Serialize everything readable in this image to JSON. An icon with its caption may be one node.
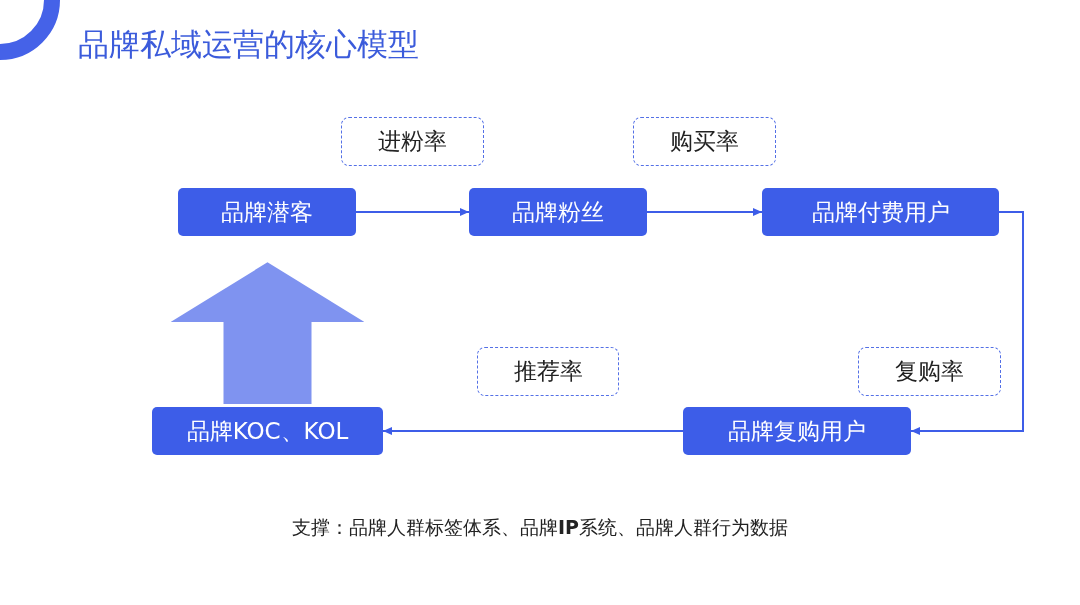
{
  "diagram": {
    "title": "品牌私域运营的核心模型",
    "nodes": [
      {
        "text": [
          "品牌潜客"
        ]
      },
      {
        "text": [
          "品牌粉丝"
        ]
      },
      {
        "text": [
          "品牌付费用户"
        ]
      },
      {
        "text": [
          "品牌复购用户"
        ]
      },
      {
        "text": [
          "品牌KOC、KOL"
        ]
      },
      {
        "text": [
          "进粉率"
        ]
      },
      {
        "text": [
          "购买率"
        ]
      },
      {
        "text": [
          "推荐率"
        ]
      },
      {
        "text": [
          "复购率"
        ]
      }
    ],
    "edges": [
      {
        "from": 0,
        "to": 1,
        "arrow": "to"
      },
      {
        "from": 1,
        "to": 2,
        "arrow": "to"
      },
      {
        "from": 2,
        "to": 3,
        "arrow": "to"
      },
      {
        "from": 3,
        "to": 4,
        "arrow": "to"
      },
      {
        "from": 4,
        "to": 0,
        "arrow": "to",
        "style": "thick",
        "color": "#7f93f0"
      }
    ],
    "caption": "支撑：品牌人群标签体系、品牌**IP**系统、品牌人群行为数据"
  }
}
